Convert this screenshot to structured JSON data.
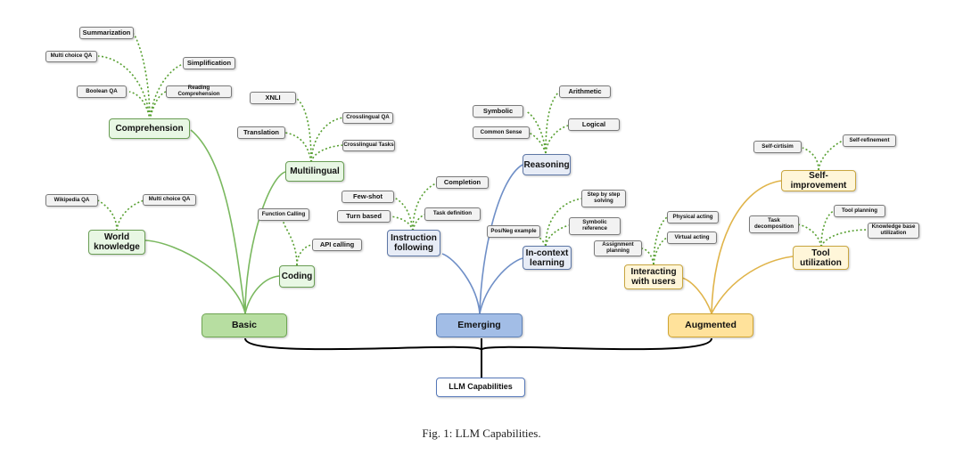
{
  "caption": "Fig. 1: LLM Capabilities.",
  "colors": {
    "green_line": "#7ab85f",
    "green_dotted": "#58a032",
    "blue_line": "#6f8fc7",
    "yellow_line": "#e0b44a",
    "root_line": "#000000"
  },
  "root": {
    "label": "LLM Capabilities"
  },
  "branches": {
    "basic": {
      "label": "Basic",
      "comprehension": {
        "label": "Comprehension",
        "items": [
          "Summarization",
          "Multi choice QA",
          "Simplification",
          "Boolean QA",
          "Reading Comprehension"
        ]
      },
      "multilingual": {
        "label": "Multilingual",
        "items": [
          "XNLI",
          "Crosslingual QA",
          "Translation",
          "Crosslingual Tasks"
        ]
      },
      "world_knowledge": {
        "label": "World\nknowledge",
        "items": [
          "Wikipedia QA",
          "Multi choice QA"
        ]
      },
      "coding": {
        "label": "Coding",
        "items": [
          "Function Calling",
          "API calling"
        ]
      }
    },
    "emerging": {
      "label": "Emerging",
      "reasoning": {
        "label": "Reasoning",
        "items": [
          "Arithmetic",
          "Symbolic",
          "Logical",
          "Common Sense"
        ]
      },
      "instruction_following": {
        "label": "Instruction\nfollowing",
        "items": [
          "Few-shot",
          "Completion",
          "Turn based",
          "Task definition"
        ]
      },
      "in_context_learning": {
        "label": "In-context\nlearning",
        "items": [
          "Step by step\nsolving",
          "Pos/Neg example",
          "Symbolic\nreference"
        ]
      }
    },
    "augmented": {
      "label": "Augmented",
      "self_improvement": {
        "label": "Self-improvement",
        "items": [
          "Self-cirtisim",
          "Self-refinement"
        ]
      },
      "interacting_with_users": {
        "label": "Interacting\nwith users",
        "items": [
          "Physical acting",
          "Assignment\nplanning",
          "Virtual acting"
        ]
      },
      "tool_utilization": {
        "label": "Tool\nutilization",
        "items": [
          "Tool planning",
          "Task\ndecomposition",
          "Knowledge base\nutilization"
        ]
      }
    }
  }
}
